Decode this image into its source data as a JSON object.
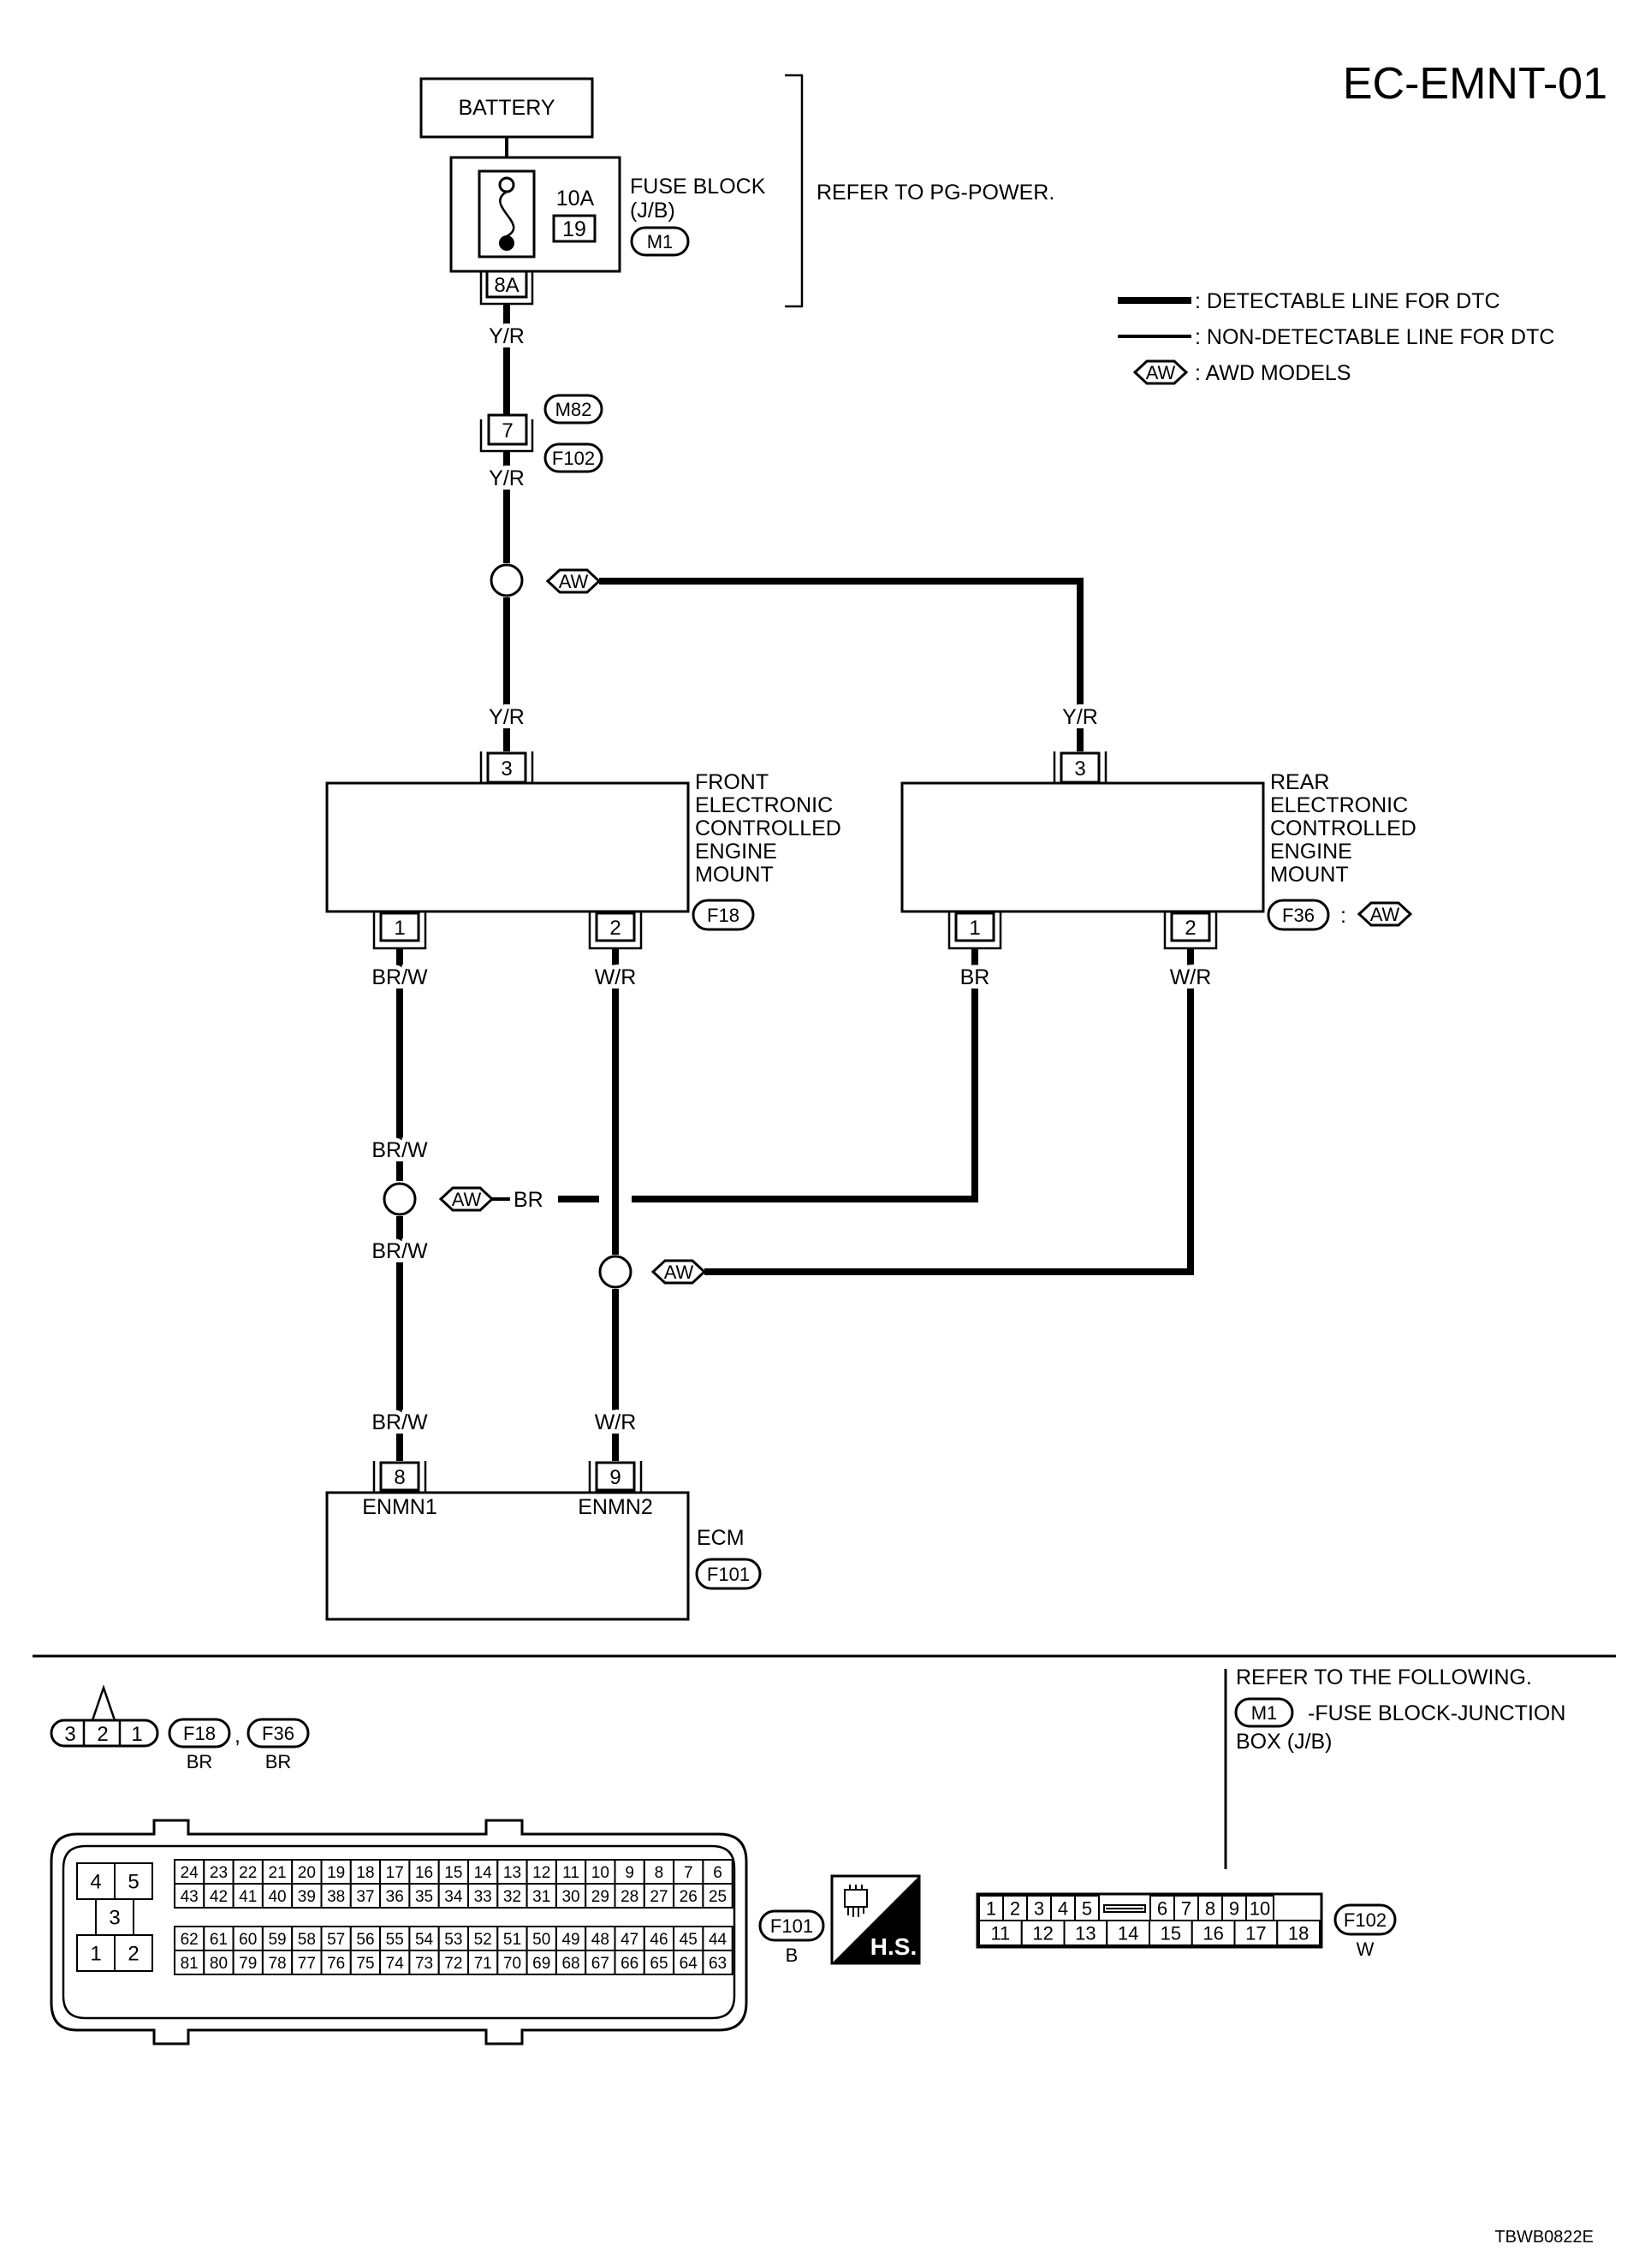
{
  "title": "EC-EMNT-01",
  "footer_code": "TBWB0822E",
  "power": {
    "battery": "BATTERY",
    "fuse_rating": "10A",
    "fuse_number": "19",
    "fuse_block_line1": "FUSE BLOCK",
    "fuse_block_line2": "(J/B)",
    "fuse_block_connector": "M1",
    "fuse_terminal": "8A",
    "refer": "REFER TO PG-POWER."
  },
  "legend": {
    "detectable": ": DETECTABLE LINE FOR DTC",
    "non_detectable": ": NON-DETECTABLE LINE FOR DTC",
    "aw_tag": "AW",
    "aw_desc": ": AWD MODELS"
  },
  "wires": {
    "yr": "Y/R",
    "brw": "BR/W",
    "wr": "W/R",
    "br": "BR"
  },
  "joint": {
    "pin": "7",
    "upper": "M82",
    "lower": "F102"
  },
  "front_mount": {
    "name_lines": [
      "FRONT",
      "ELECTRONIC",
      "CONTROLLED",
      "ENGINE",
      "MOUNT"
    ],
    "connector": "F18",
    "pin_top": "3",
    "pin_left": "1",
    "pin_right": "2"
  },
  "rear_mount": {
    "name_lines": [
      "REAR",
      "ELECTRONIC",
      "CONTROLLED",
      "ENGINE",
      "MOUNT"
    ],
    "connector": "F36",
    "colon": ":",
    "pin_top": "3",
    "pin_left": "1",
    "pin_right": "2"
  },
  "ecm": {
    "name": "ECM",
    "connector": "F101",
    "pin_a": "8",
    "pin_b": "9",
    "term_a": "ENMN1",
    "term_b": "ENMN2"
  },
  "connectors_section": {
    "mount_pins": [
      "3",
      "2",
      "1"
    ],
    "mount_conn_a": "F18",
    "mount_conn_b": "F36",
    "comma": ",",
    "color_a": "BR",
    "color_b": "BR",
    "ecm_conn": "F101",
    "ecm_color": "B",
    "hs_label": "H.S.",
    "f102_conn": "F102",
    "f102_color": "W",
    "f102_top": [
      "1",
      "2",
      "3",
      "4",
      "5",
      "",
      "6",
      "7",
      "8",
      "9",
      "10"
    ],
    "f102_bottom": [
      "11",
      "12",
      "13",
      "14",
      "15",
      "16",
      "17",
      "18"
    ],
    "ecm_small_pins": [
      "4",
      "5",
      "3",
      "1",
      "2"
    ],
    "ecm_row1": [
      "24",
      "23",
      "22",
      "21",
      "20",
      "19",
      "18",
      "17",
      "16",
      "15",
      "14",
      "13",
      "12",
      "11",
      "10",
      "9",
      "8",
      "7",
      "6"
    ],
    "ecm_row2": [
      "43",
      "42",
      "41",
      "40",
      "39",
      "38",
      "37",
      "36",
      "35",
      "34",
      "33",
      "32",
      "31",
      "30",
      "29",
      "28",
      "27",
      "26",
      "25"
    ],
    "ecm_row3": [
      "62",
      "61",
      "60",
      "59",
      "58",
      "57",
      "56",
      "55",
      "54",
      "53",
      "52",
      "51",
      "50",
      "49",
      "48",
      "47",
      "46",
      "45",
      "44"
    ],
    "ecm_row4": [
      "81",
      "80",
      "79",
      "78",
      "77",
      "76",
      "75",
      "74",
      "73",
      "72",
      "71",
      "70",
      "69",
      "68",
      "67",
      "66",
      "65",
      "64",
      "63"
    ]
  },
  "refer_following": {
    "heading": "REFER TO THE FOLLOWING.",
    "connector": "M1",
    "line1": "-FUSE BLOCK-JUNCTION",
    "line2": "BOX (J/B)"
  }
}
